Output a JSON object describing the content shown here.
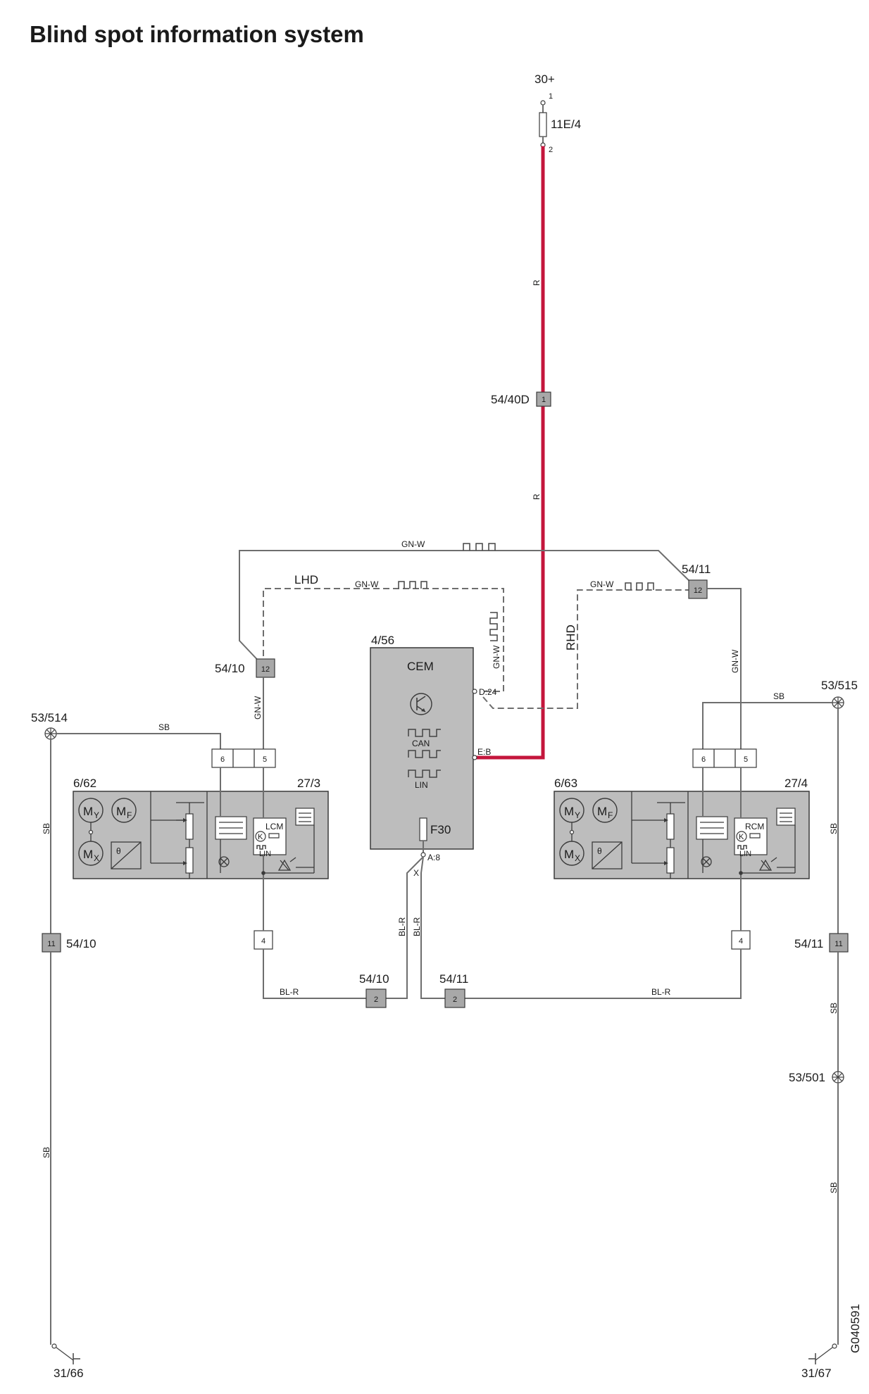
{
  "title": "Blind spot information system",
  "drawing_id": "G040591",
  "supply": {
    "label": "30+",
    "pin1": "1",
    "pin2": "2",
    "fuse": "11E/4"
  },
  "connectors": {
    "c5440d": {
      "label": "54/40D",
      "pin": "1"
    },
    "c5410_top": {
      "label": "54/10",
      "pin": "12"
    },
    "c5411_top": {
      "label": "54/11",
      "pin": "12"
    },
    "c5410_side": {
      "label": "54/10",
      "pin": "11"
    },
    "c5411_side": {
      "label": "54/11",
      "pin": "11"
    },
    "c5410_bottom": {
      "label": "54/10",
      "pin": "2"
    },
    "c5411_bottom": {
      "label": "54/11",
      "pin": "2"
    }
  },
  "grounds": {
    "g53514": "53/514",
    "g53515": "53/515",
    "g53501": "53/501",
    "g3166": "31/66",
    "g3167": "31/67"
  },
  "wires": {
    "red": "R",
    "gnw": "GN-W",
    "sb": "SB",
    "blr": "BL-R",
    "lhd": "LHD",
    "rhd": "RHD"
  },
  "cem": {
    "ref": "4/56",
    "name": "CEM",
    "can": "CAN",
    "lin": "LIN",
    "fuse": "F30",
    "pin_d": "D:24",
    "pin_e": "E:B",
    "pin_a": "A:8",
    "x": "X"
  },
  "left_module": {
    "mirror_ref": "6/62",
    "module_ref": "27/3",
    "module_name": "LCM",
    "lin": "LIN",
    "pin6": "6",
    "pin5": "5",
    "pin4": "4",
    "motor_y": "M",
    "sub_y": "Y",
    "motor_f": "M",
    "sub_f": "F",
    "motor_x": "M",
    "sub_x": "X",
    "theta": "θ",
    "k": "K"
  },
  "right_module": {
    "mirror_ref": "6/63",
    "module_ref": "27/4",
    "module_name": "RCM",
    "lin": "LIN",
    "pin6": "6",
    "pin5": "5",
    "pin4": "4",
    "motor_y": "M",
    "sub_y": "Y",
    "motor_f": "M",
    "sub_f": "F",
    "motor_x": "M",
    "sub_x": "X",
    "theta": "θ",
    "k": "K"
  },
  "colors": {
    "supply_wire": "#c4163c",
    "wire": "#6e6e6e",
    "module_fill": "#bdbdbd"
  }
}
